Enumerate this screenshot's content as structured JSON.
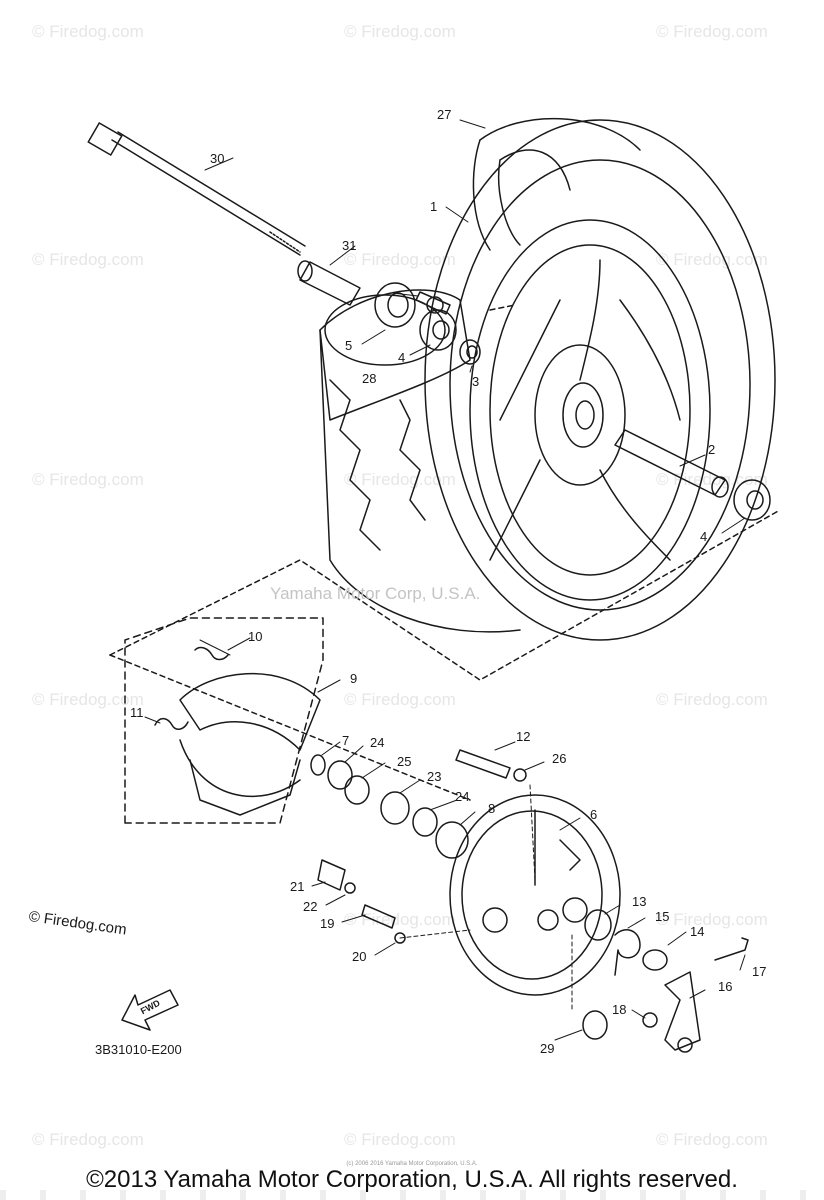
{
  "watermark": "© Firedog.com",
  "center_watermark": "Yamaha Motor Corp, U.S.A.",
  "diagram_code": "3B31010-E200",
  "firedog_label": "© Firedog.com",
  "fwd_label": "FWD",
  "tiny_text": "(c) 2006 2016 Yamaha Motor Corporation, U.S.A.",
  "copyright": "©2013 Yamaha Motor Corporation, U.S.A. All rights reserved.",
  "parts": [
    "1",
    "2",
    "3",
    "4",
    "4",
    "5",
    "6",
    "7",
    "8",
    "9",
    "10",
    "11",
    "12",
    "13",
    "14",
    "15",
    "16",
    "17",
    "18",
    "19",
    "20",
    "21",
    "22",
    "23",
    "24",
    "24",
    "25",
    "26",
    "27",
    "28",
    "29",
    "30",
    "31"
  ]
}
